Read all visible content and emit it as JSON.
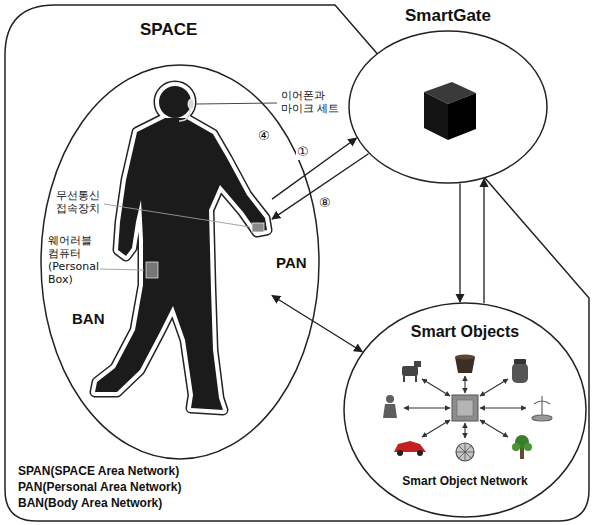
{
  "diagram": {
    "nodes": [
      {
        "text": [
          "SPACE"
        ]
      },
      {
        "text": [
          "PAN"
        ],
        "in": 0
      },
      {
        "text": [
          "BAN"
        ],
        "in": 1
      },
      {
        "text": [
          "SmartGate"
        ]
      },
      {
        "text": [
          "Smart Objects",
          "Smart Object Network"
        ],
        "in": 0
      }
    ],
    "edges": [
      {
        "from": 2,
        "to": 3,
        "arrow": "to",
        "label": "①"
      },
      {
        "from": 3,
        "to": 2,
        "arrow": "to",
        "label": "⑧"
      },
      {
        "from": 2,
        "to": 4,
        "arrow": "both"
      },
      {
        "from": 3,
        "to": 4,
        "arrow": "to"
      },
      {
        "from": 4,
        "to": 3,
        "arrow": "to"
      }
    ],
    "labels": [
      "이어폰과 마이크 세트",
      "④",
      "무선통신 접속장치",
      "웨어러블 컴퓨터 (Personal Box)",
      "SPAN(SPACE Area Network)",
      "PAN(Personal Area Network)",
      "BAN(Body Area Network)"
    ]
  }
}
